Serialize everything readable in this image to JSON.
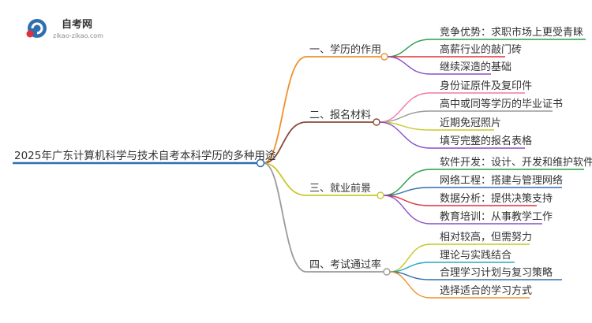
{
  "logo": {
    "name": "自考网",
    "domain": "zikao-zikao.com"
  },
  "root": {
    "label": "2025年广东计算机科学与技术自考本科学历的多种用途",
    "color": "#2f6fb0"
  },
  "branches": [
    {
      "label": "一、学历的作用",
      "color": "#f0902a",
      "children": [
        {
          "label": "竞争优势：求职市场上更受青睐",
          "color": "#27a04a"
        },
        {
          "label": "高薪行业的敲门砖",
          "color": "#e0303a"
        },
        {
          "label": "继续深造的基础",
          "color": "#8a4fc8"
        }
      ]
    },
    {
      "label": "二、报名材料",
      "color": "#8b4a3a",
      "children": [
        {
          "label": "身份证原件及复印件",
          "color": "#f27aa8"
        },
        {
          "label": "高中或同等学历的毕业证书",
          "color": "#9a9a9a"
        },
        {
          "label": "近期免冠照片",
          "color": "#c8c82a"
        },
        {
          "label": "填写完整的报名表格",
          "color": "#8a4fc8"
        }
      ]
    },
    {
      "label": "三、就业前景",
      "color": "#c8c82a",
      "children": [
        {
          "label": "软件开发：设计、开发和维护软件",
          "color": "#27a04a"
        },
        {
          "label": "网络工程：搭建与管理网络",
          "color": "#2f6fb0"
        },
        {
          "label": "数据分析：提供决策支持",
          "color": "#e0303a"
        },
        {
          "label": "教育培训：从事教学工作",
          "color": "#8a4fc8"
        }
      ]
    },
    {
      "label": "四、考试通过率",
      "color": "#9a9a9a",
      "children": [
        {
          "label": "相对较高，但需努力",
          "color": "#c8c82a"
        },
        {
          "label": "理论与实践结合",
          "color": "#28a8c8"
        },
        {
          "label": "合理学习计划与复习策略",
          "color": "#2f6fb0"
        },
        {
          "label": "选择适合的学习方式",
          "color": "#f0902a"
        }
      ]
    }
  ]
}
